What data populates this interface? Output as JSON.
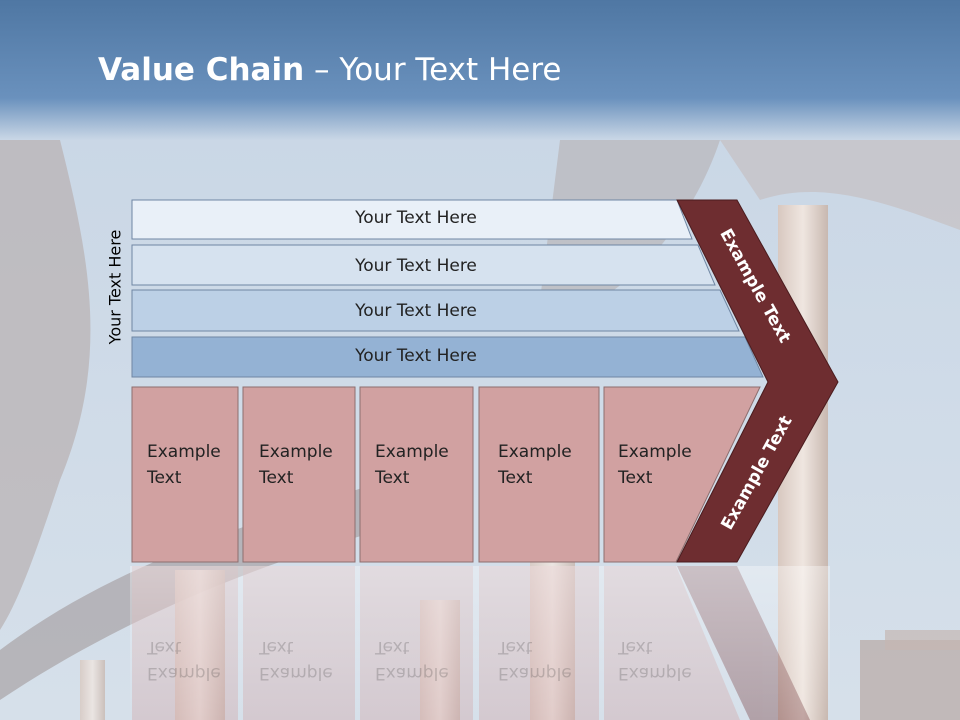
{
  "title": {
    "bold": "Value Chain",
    "rest": " – Your Text Here"
  },
  "side_label": "Your Text Here",
  "bars": [
    "Your Text Here",
    "Your Text Here",
    "Your Text Here",
    "Your Text Here"
  ],
  "boxes": [
    {
      "line1": "Example",
      "line2": "Text"
    },
    {
      "line1": "Example",
      "line2": "Text"
    },
    {
      "line1": "Example",
      "line2": "Text"
    },
    {
      "line1": "Example",
      "line2": "Text"
    },
    {
      "line1": "Example",
      "line2": "Text"
    }
  ],
  "arrow": {
    "upper": "Example Text",
    "lower": "Example Text"
  },
  "colors": {
    "bar1": "#e9f0f8",
    "bar2": "#d6e2ef",
    "bar3": "#bcd0e6",
    "bar4": "#94b2d4",
    "box": "#d1a1a1",
    "arrow": "#6e2d30"
  }
}
